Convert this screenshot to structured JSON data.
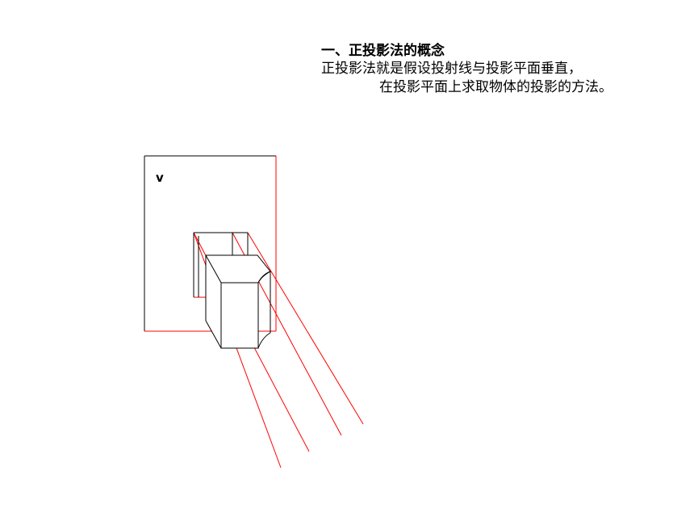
{
  "text": {
    "heading": "一、正投影法的概念",
    "line1": "正投影法就是假设投射线与投影平面垂直，",
    "line2": "在投影平面上求取物体的投影的方法。"
  },
  "diagram": {
    "plane_label": "v",
    "colors": {
      "outline": "#000000",
      "projection": "#ff0000"
    }
  }
}
